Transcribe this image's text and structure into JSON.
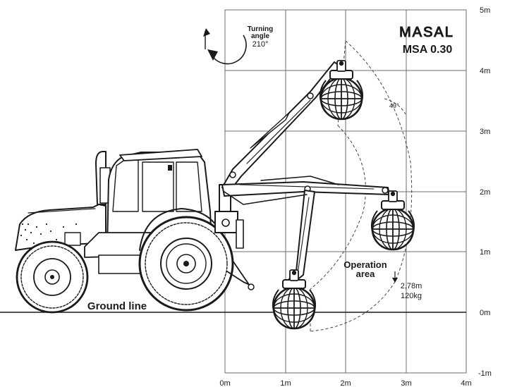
{
  "brand": {
    "logo_text": "MASAL",
    "model": "MSA 0.30"
  },
  "turning": {
    "label_line1": "Turning",
    "label_line2": "angle",
    "value": "210°"
  },
  "angle_marker": "49°",
  "operation_area": {
    "line1": "Operation",
    "line2": "area"
  },
  "reach": {
    "distance": "2,78m",
    "load": "120kg"
  },
  "ground_label": "Ground line",
  "axes": {
    "x_ticks": [
      "0m",
      "1m",
      "2m",
      "3m",
      "4m"
    ],
    "y_ticks": [
      "5m",
      "4m",
      "3m",
      "2m",
      "1m",
      "0m",
      "-1m"
    ]
  },
  "colors": {
    "ink": "#1a1a1a",
    "grid": "#6d6d6d",
    "grapple_fill": "#2b2b2b"
  }
}
